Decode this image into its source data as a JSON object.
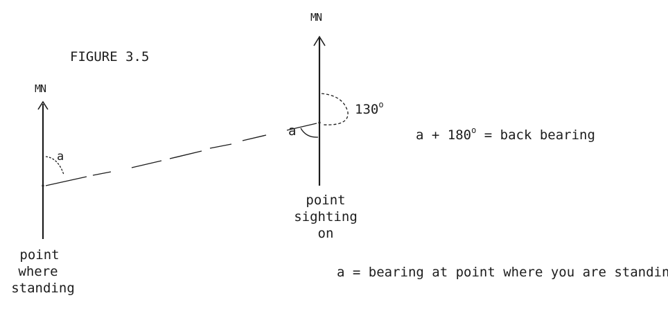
{
  "figure_title": "FIGURE 3.5",
  "left_station": {
    "north_label": "MN",
    "angle_label": "a",
    "caption_line1": "point",
    "caption_line2": "where",
    "caption_line3": "standing"
  },
  "right_station": {
    "north_label": "MN",
    "angle_label": "a",
    "angle_180_label": "130",
    "degree_sup": "o",
    "caption_line1": "point",
    "caption_line2": "sighting",
    "caption_line3": "on"
  },
  "equations": {
    "back_bearing_pre": "a + 180",
    "back_bearing_sup": "o",
    "back_bearing_post": " = back bearing",
    "bearing_text": "a = bearing at point where you are standin"
  },
  "colors": {
    "ink": "#1c1c1c",
    "background": "#ffffff"
  }
}
